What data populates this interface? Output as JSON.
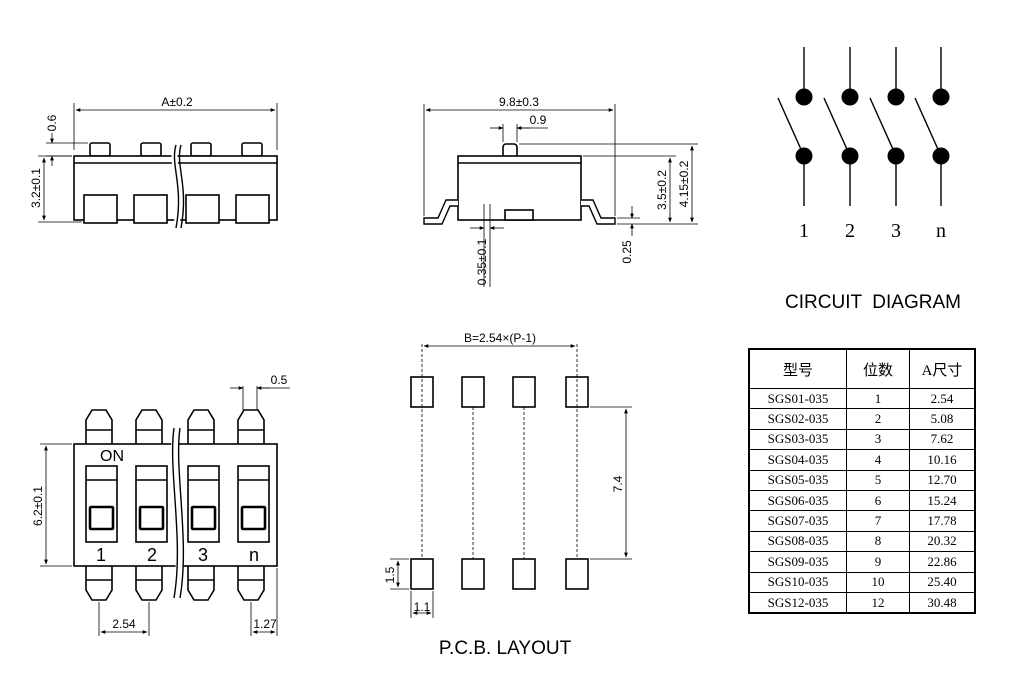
{
  "top_left": {
    "dim_a": "A±0.2",
    "dim_06": "0.6",
    "dim_32": "3.2±0.1"
  },
  "side_view": {
    "dim_98": "9.8±0.3",
    "dim_09": "0.9",
    "dim_35": "3.5±0.2",
    "dim_415": "4.15±0.2",
    "dim_035": "0.35±0.1",
    "dim_025": "0.25"
  },
  "circuit": {
    "labels": [
      "1",
      "2",
      "3",
      "n"
    ],
    "caption": "CIRCUIT  DIAGRAM"
  },
  "top_view": {
    "dim_05": "0.5",
    "on_label": "ON",
    "switch_labels": [
      "1",
      "2",
      "3",
      "n"
    ],
    "dim_62": "6.2±0.1",
    "dim_254": "2.54",
    "dim_127": "1.27"
  },
  "pcb": {
    "dim_b": "B=2.54×(P-1)",
    "dim_74": "7.4",
    "dim_15": "1.5",
    "dim_11": "1.1",
    "caption": "P.C.B. LAYOUT"
  },
  "spec_table": {
    "headers": [
      "型号",
      "位数",
      "A尺寸"
    ],
    "rows": [
      [
        "SGS01-035",
        "1",
        "2.54"
      ],
      [
        "SGS02-035",
        "2",
        "5.08"
      ],
      [
        "SGS03-035",
        "3",
        "7.62"
      ],
      [
        "SGS04-035",
        "4",
        "10.16"
      ],
      [
        "SGS05-035",
        "5",
        "12.70"
      ],
      [
        "SGS06-035",
        "6",
        "15.24"
      ],
      [
        "SGS07-035",
        "7",
        "17.78"
      ],
      [
        "SGS08-035",
        "8",
        "20.32"
      ],
      [
        "SGS09-035",
        "9",
        "22.86"
      ],
      [
        "SGS10-035",
        "10",
        "25.40"
      ],
      [
        "SGS12-035",
        "12",
        "30.48"
      ]
    ]
  }
}
